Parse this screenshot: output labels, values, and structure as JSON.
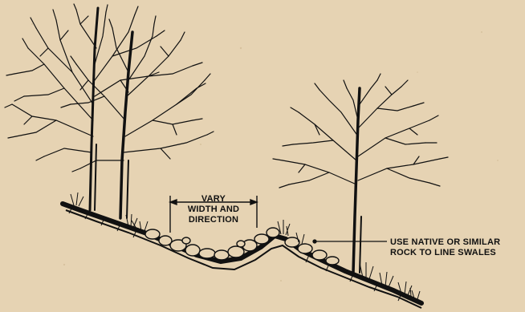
{
  "background_color": "#e6d3b3",
  "ink_color": "#111111",
  "annotations": {
    "vary": {
      "line1": "VARY",
      "line2": "WIDTH AND",
      "line3": "DIRECTION"
    },
    "rock": {
      "line1": "USE NATIVE OR SIMILAR",
      "line2": "ROCK TO LINE SWALES"
    }
  }
}
